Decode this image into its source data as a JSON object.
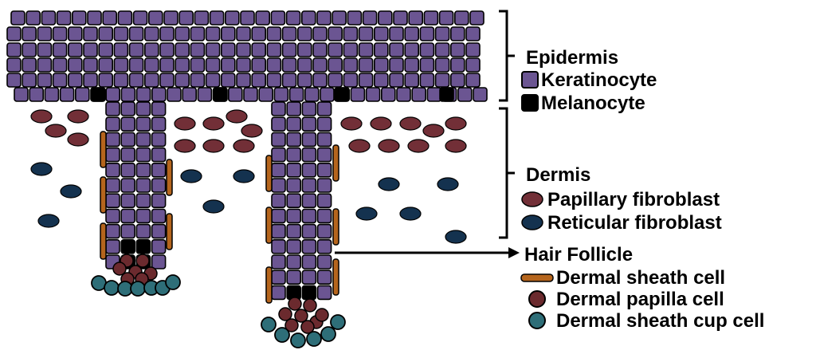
{
  "legend": {
    "epidermis": {
      "heading": "Epidermis",
      "items": [
        {
          "label": "Keratinocyte",
          "icon": "square-purple-icon",
          "color": "#6B5592"
        },
        {
          "label": "Melanocyte",
          "icon": "square-black-icon",
          "color": "#000000"
        }
      ]
    },
    "dermis": {
      "heading": "Dermis",
      "items": [
        {
          "label": "Papillary fibroblast",
          "icon": "ellipse-maroon-icon",
          "color": "#722F37"
        },
        {
          "label": "Reticular fibroblast",
          "icon": "ellipse-navy-icon",
          "color": "#14324F"
        }
      ]
    },
    "hair_follicle": {
      "heading": "Hair Follicle",
      "items": [
        {
          "label": "Dermal sheath cell",
          "icon": "bar-orange-icon",
          "color": "#B5651D"
        },
        {
          "label": "Dermal papilla cell",
          "icon": "circle-maroon-icon",
          "color": "#6B2A2E"
        },
        {
          "label": "Dermal sheath cup cell",
          "icon": "circle-teal-icon",
          "color": "#2E6E78"
        }
      ]
    }
  },
  "colors": {
    "keratinocyte": "#6B5592",
    "melanocyte": "#000000",
    "papillary": "#722F37",
    "reticular": "#14324F",
    "sheath": "#B5651D",
    "papilla": "#6B2A2E",
    "cup": "#2E6E78"
  }
}
